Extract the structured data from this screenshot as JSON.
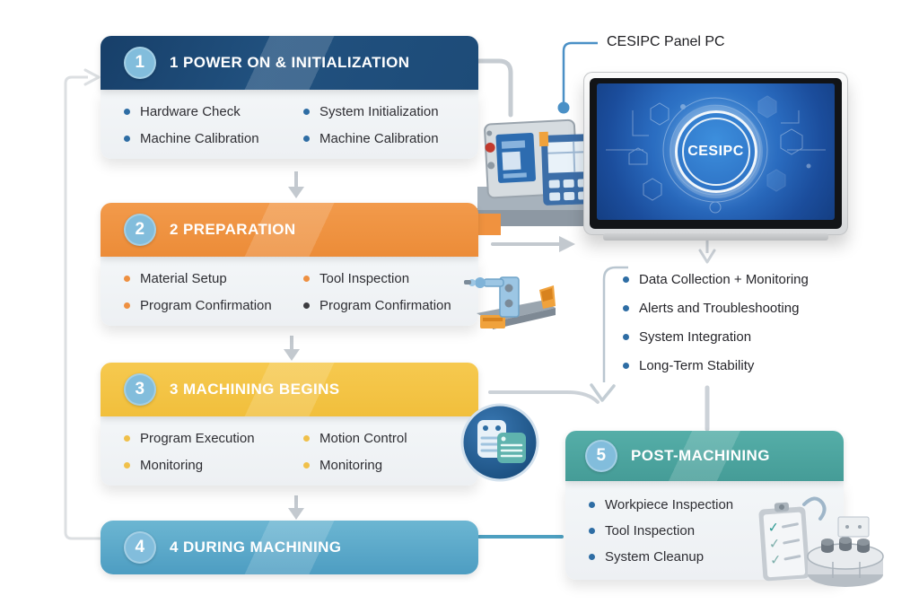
{
  "callout": {
    "label": "CESIPC Panel PC"
  },
  "panel_pc": {
    "screen_logo": "CESIPC"
  },
  "steps": [
    {
      "number": "1",
      "title": "1 POWER ON & INITIALIZATION",
      "items": [
        "Hardware Check",
        "System Initialization",
        "Machine Calibration",
        "Machine Calibration"
      ]
    },
    {
      "number": "2",
      "title": "2 PREPARATION",
      "items": [
        "Material Setup",
        "Tool Inspection",
        "Program Confirmation",
        "Program Confirmation"
      ]
    },
    {
      "number": "3",
      "title": "3 MACHINING BEGINS",
      "items": [
        "Program Execution",
        "Motion Control",
        "Monitoring",
        "Monitoring"
      ]
    },
    {
      "number": "4",
      "title": "4 DURING MACHINING",
      "items": []
    },
    {
      "number": "5",
      "title": "POST-MACHINING",
      "items": [
        "Workpiece Inspection",
        "Tool Inspection",
        "System Cleanup"
      ]
    }
  ],
  "monitoring_list": {
    "items": [
      "Data Collection + Monitoring",
      "Alerts and Troubleshooting",
      "System Integration",
      "Long-Term Stability"
    ]
  },
  "colors": {
    "step1_header": "#1e4b7b",
    "step2_header": "#f0923f",
    "step3_header": "#f4c445",
    "step4_header": "#58aac9",
    "step5_header": "#4ba6a1",
    "number_circle": "#82bddc",
    "blue_bullet": "#2e6da4",
    "orange_bullet": "#ee9041",
    "yellow_bullet": "#f0c04a",
    "dark_bullet": "#3c3c40",
    "connector_gray": "#c6ccd2",
    "callout_blue": "#4a90c6",
    "teal_connector": "#4d9fc0",
    "screen_blue": "#2a6cc0"
  }
}
